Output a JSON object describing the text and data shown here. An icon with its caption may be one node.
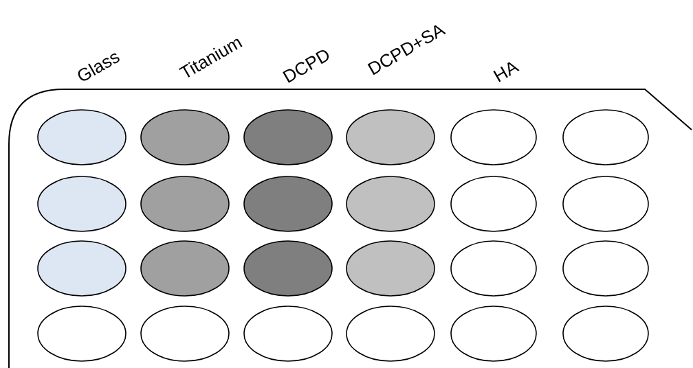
{
  "diagram": {
    "labels": [
      "Glass",
      "Titanium",
      "DCPD",
      "DCPD+SA",
      "HA"
    ]
  }
}
